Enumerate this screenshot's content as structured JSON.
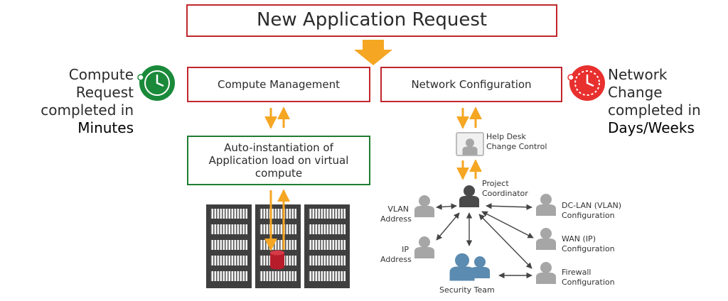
{
  "title": "New Application Request",
  "compute_box": "Compute Management",
  "network_box": "Network Configuration",
  "auto_box": "Auto-instantiation of Application load on virtual compute",
  "compute_note": {
    "line1": "Compute Request",
    "line2": "completed in",
    "line3": "Minutes"
  },
  "network_note": {
    "line1": "Network Change",
    "line2": "completed in",
    "line3": "Days/Weeks"
  },
  "people": {
    "helpdesk": {
      "line1": "Help Desk",
      "line2": "Change Control"
    },
    "coordinator": {
      "line1": "Project",
      "line2": "Coordinator"
    },
    "vlan": {
      "line1": "VLAN",
      "line2": "Address"
    },
    "ip": {
      "line1": "IP",
      "line2": "Address"
    },
    "dclan": {
      "line1": "DC-LAN (VLAN)",
      "line2": "Configuration"
    },
    "wan": {
      "line1": "WAN (IP)",
      "line2": "Configuration"
    },
    "firewall": {
      "line1": "Firewall",
      "line2": "Configuration"
    },
    "security": "Security Team"
  },
  "colors": {
    "red": "#c0272d",
    "green": "#1e7d32",
    "arrow": "#f5a623",
    "clock_green": "#1a8a3a",
    "clock_red": "#e8302e",
    "person_gray": "#a6a6a6",
    "person_dark": "#4a4a4a",
    "security_blue": "#5b8bb0"
  },
  "icons": [
    "down-arrow-icon",
    "clock-icon",
    "person-icon",
    "server-rack-icon",
    "database-icon"
  ]
}
